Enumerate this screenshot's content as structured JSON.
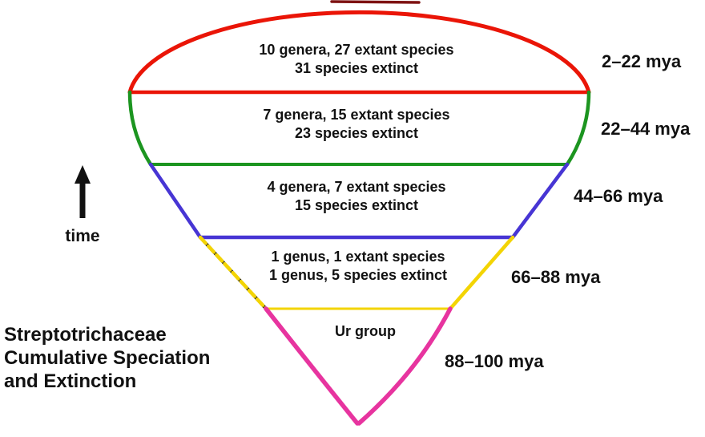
{
  "title": {
    "lines": [
      "Streptotrichaceae",
      "Cumulative Speciation",
      "and Extinction"
    ]
  },
  "time_axis": {
    "label": "time"
  },
  "bands": [
    {
      "period_label": "2–22 mya",
      "line1": "10 genera, 27 extant species",
      "line2": "31 species extinct",
      "color": "#ea1507"
    },
    {
      "period_label": "22–44 mya",
      "line1": "7 genera, 15 extant species",
      "line2": "23 species extinct",
      "color": "#1c9520"
    },
    {
      "period_label": "44–66 mya",
      "line1": "4 genera, 7 extant species",
      "line2": "15 species extinct",
      "color": "#4735d4"
    },
    {
      "period_label": "66–88 mya",
      "line1": "1 genus, 1 extant species",
      "line2": "1 genus, 5 species extinct",
      "color": "#f3d403"
    },
    {
      "period_label": "88–100 mya",
      "line1": "Ur group",
      "color": "#e7349f"
    }
  ],
  "colors": {
    "text": "#111111",
    "artifact": "#7e1212"
  }
}
